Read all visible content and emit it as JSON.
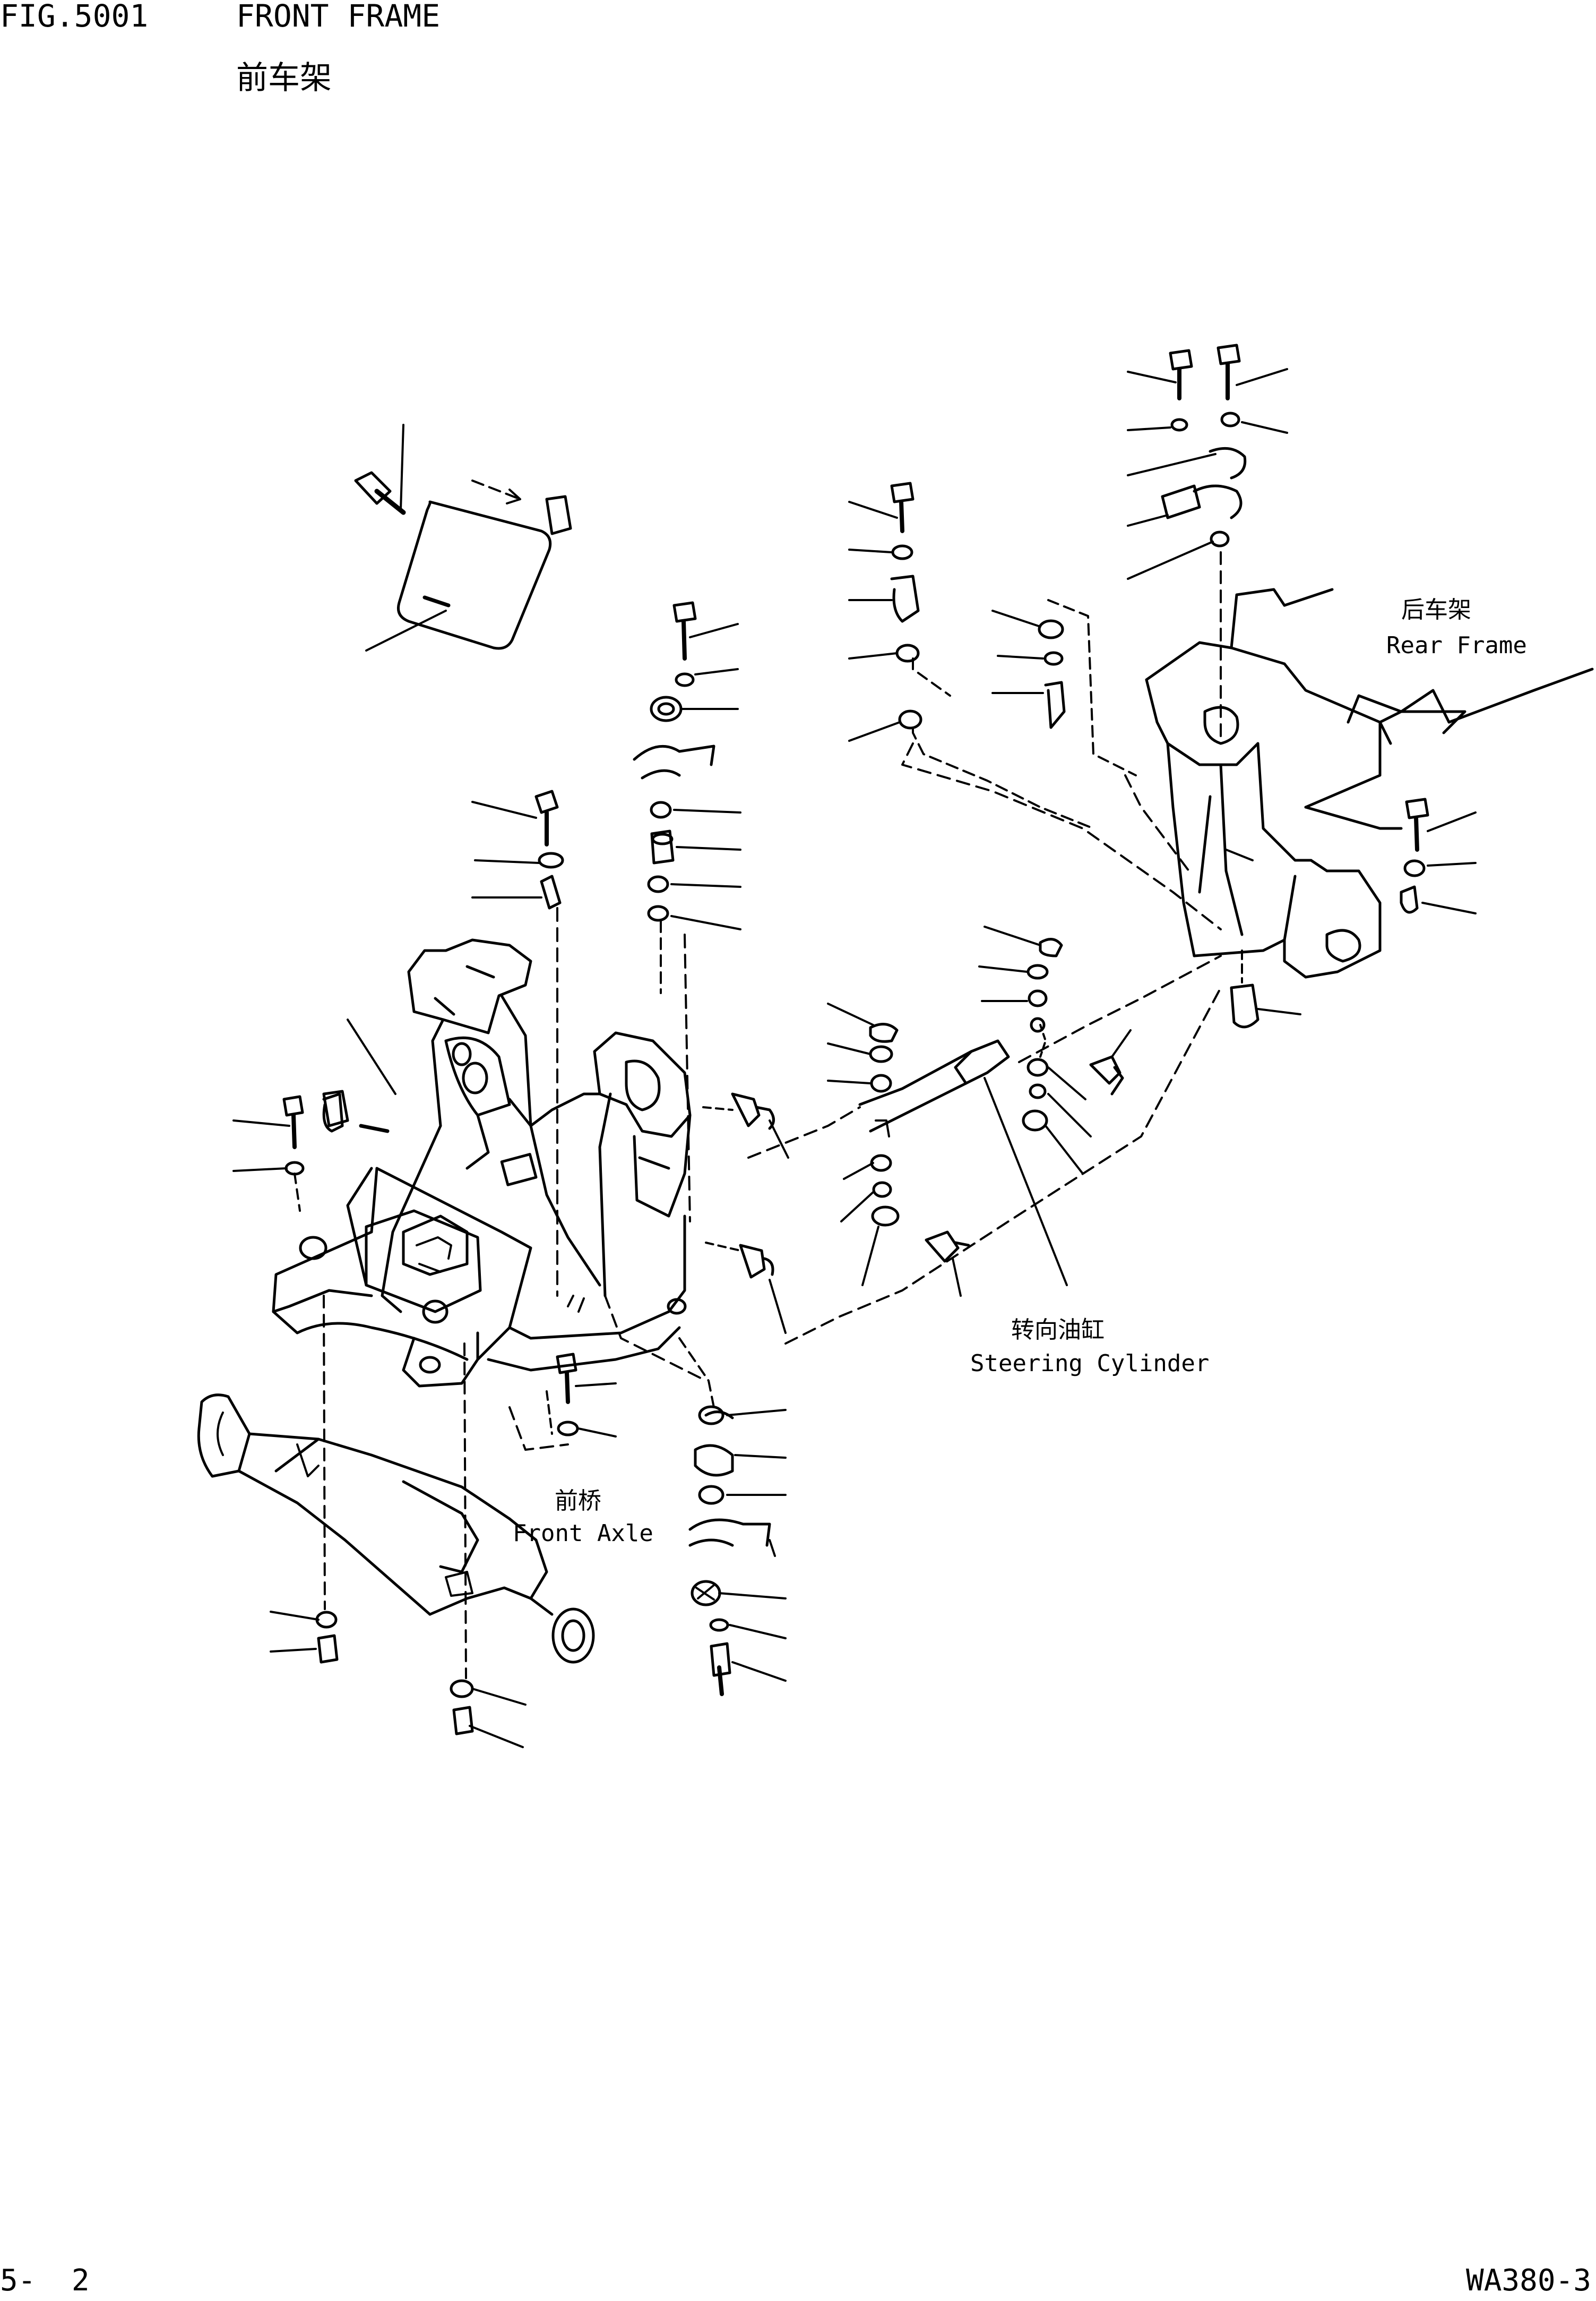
{
  "header": {
    "fig_number": "FIG.5001",
    "title_en": "FRONT FRAME",
    "title_cn": "前车架"
  },
  "labels": {
    "rear_frame_cn": "后车架",
    "rear_frame_en": "Rear Frame",
    "steering_cylinder_cn": "转向油缸",
    "steering_cylinder_en": "Steering Cylinder",
    "front_axle_cn": "前桥",
    "front_axle_en": "Front Axle"
  },
  "footer": {
    "page_number": "5-  2",
    "model": "WA380-3"
  },
  "colors": {
    "ink": "#000000",
    "paper": "#ffffff"
  }
}
